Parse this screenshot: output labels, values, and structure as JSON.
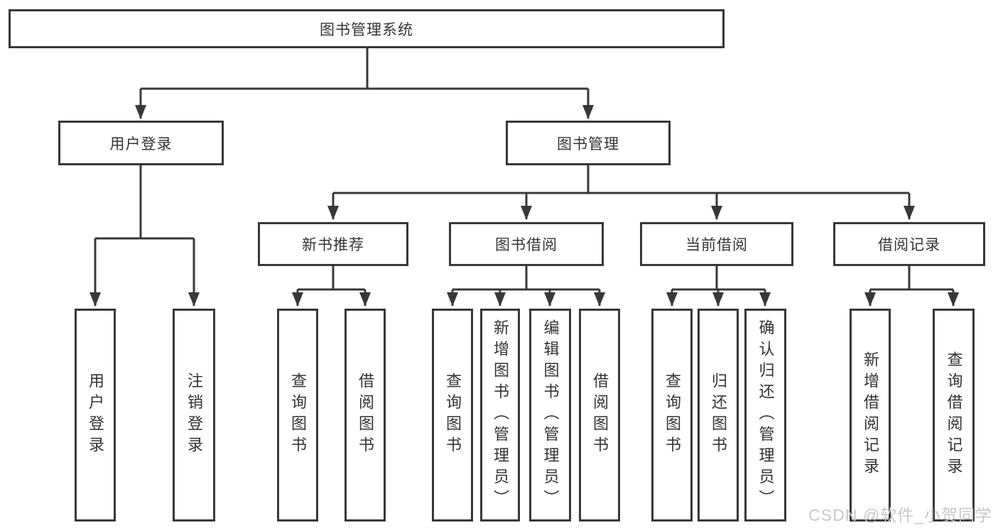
{
  "tree": {
    "root": "图书管理系统",
    "children": [
      {
        "label": "用户登录",
        "children": [
          "用户登录",
          "注销登录"
        ]
      },
      {
        "label": "图书管理",
        "children": [
          {
            "label": "新书推荐",
            "children": [
              "查询图书",
              "借阅图书"
            ]
          },
          {
            "label": "图书借阅",
            "children": [
              "查询图书",
              "新增图书（管理员）",
              "编辑图书（管理员）",
              "借阅图书"
            ]
          },
          {
            "label": "当前借阅",
            "children": [
              "查询图书",
              "归还图书",
              "确认归还（管理员）"
            ]
          },
          {
            "label": "借阅记录",
            "children": [
              "新增借阅记录",
              "查询借阅记录"
            ]
          }
        ]
      }
    ]
  },
  "colors": {
    "line": "#383838",
    "text": "#333333",
    "watermark": "#c8c8c8"
  },
  "watermark": "CSDN @软件_小贺同学"
}
